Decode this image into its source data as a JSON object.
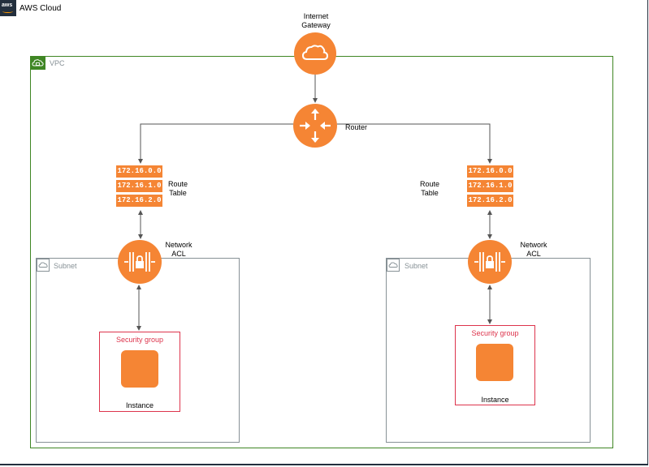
{
  "cloud": {
    "title": "AWS Cloud",
    "logo_text": "aws"
  },
  "vpc": {
    "title": "VPC"
  },
  "gateway": {
    "label_line1": "Internet",
    "label_line2": "Gateway"
  },
  "router": {
    "label": "Router"
  },
  "left": {
    "route_table": {
      "label_line1": "Route",
      "label_line2": "Table",
      "entries": [
        "172.16.0.0",
        "172.16.1.0",
        "172.16.2.0"
      ]
    },
    "nacl": {
      "label_line1": "Network",
      "label_line2": "ACL"
    },
    "subnet": {
      "title": "Subnet"
    },
    "security_group": {
      "title": "Security group"
    },
    "instance": {
      "label": "Instance"
    }
  },
  "right": {
    "route_table": {
      "label_line1": "Route",
      "label_line2": "Table",
      "entries": [
        "172.16.0.0",
        "172.16.1.0",
        "172.16.2.0"
      ]
    },
    "nacl": {
      "label_line1": "Network",
      "label_line2": "ACL"
    },
    "subnet": {
      "title": "Subnet"
    },
    "security_group": {
      "title": "Security group"
    },
    "instance": {
      "label": "Instance"
    }
  },
  "colors": {
    "orange": "#f58534",
    "vpc_green": "#3f8624",
    "sg_red": "#dd344c",
    "subnet_gray": "#879196",
    "navy": "#232f3e"
  }
}
